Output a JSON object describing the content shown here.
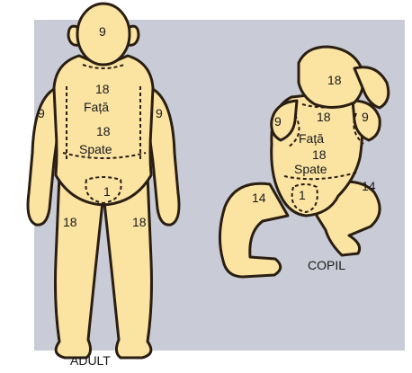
{
  "colors": {
    "background_panel": "#c9ccd6",
    "skin": "#fbe3a2",
    "outline": "#2a1e12",
    "text": "#1a1a1a"
  },
  "adult": {
    "caption": "ADULT",
    "head": "9",
    "chest": "18",
    "front_label": "Față",
    "back": "18",
    "back_label": "Spate",
    "arm_left": "9",
    "arm_right": "9",
    "groin": "1",
    "leg_left": "18",
    "leg_right": "18"
  },
  "child": {
    "caption": "COPIL",
    "head": "18",
    "chest": "18",
    "front_label": "Față",
    "back": "18",
    "back_label": "Spate",
    "arm_left": "9",
    "arm_right": "9",
    "groin": "1",
    "leg_left": "14",
    "leg_right": "14"
  }
}
